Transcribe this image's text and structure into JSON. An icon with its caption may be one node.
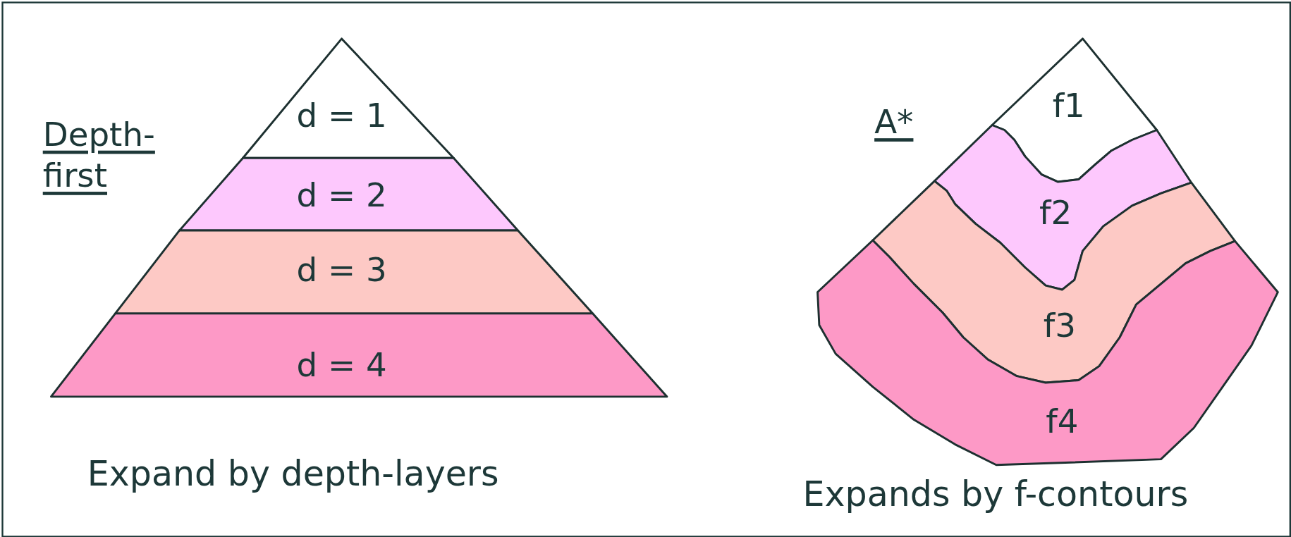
{
  "diagram": {
    "nodes": [
      {
        "text": [
          "d = 1"
        ]
      },
      {
        "text": [
          "d = 2"
        ]
      },
      {
        "text": [
          "d = 3"
        ]
      },
      {
        "text": [
          "d = 4"
        ]
      },
      {
        "text": [
          "f1"
        ]
      },
      {
        "text": [
          "f2"
        ]
      },
      {
        "text": [
          "f3"
        ]
      },
      {
        "text": [
          "f4"
        ]
      }
    ],
    "edges": [],
    "labels": [
      "Depth-first",
      "A*",
      "Expand by depth-layers",
      "Expands by f-contours"
    ]
  }
}
